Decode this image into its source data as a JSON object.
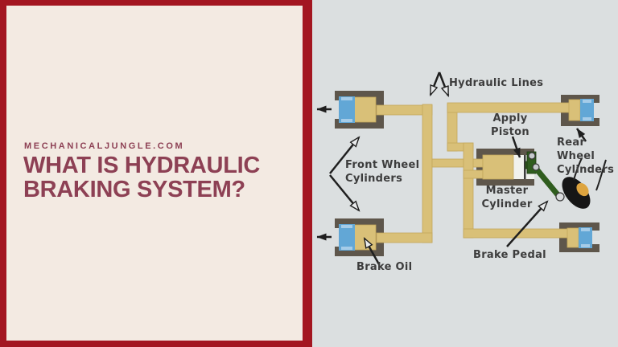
{
  "left_panel": {
    "site": "MECHANICALJUNGLE.COM",
    "title_line1": "WHAT IS HYDRAULIC",
    "title_line2": "BRAKING SYSTEM?",
    "bg_color": "#f3eae2",
    "border_color": "#a31621",
    "text_color": "#8d4054"
  },
  "diagram": {
    "bg_color": "#dbdfe0",
    "labels": {
      "hydraulic_lines": "Hydraulic Lines",
      "apply_piston": "Apply\nPiston",
      "rear_wheel_cylinders": "Rear Wheel\nCylinders",
      "front_wheel_cylinders": "Front Wheel\nCylinders",
      "master_cylinder": "Master\nCylinder",
      "brake_pedal": "Brake Pedal",
      "brake_oil": "Brake Oil"
    },
    "colors": {
      "line_tan": "#d9c078",
      "housing_gray": "#5e564b",
      "piston_blue": "#62a7d6",
      "piston_blue_light": "#a6cce8",
      "pedal_green": "#2f5c1e",
      "foot_black": "#161616",
      "ankle_orange": "#dda43f",
      "label_text": "#3d3d3d",
      "arrow_black": "#1f1f1f"
    }
  }
}
